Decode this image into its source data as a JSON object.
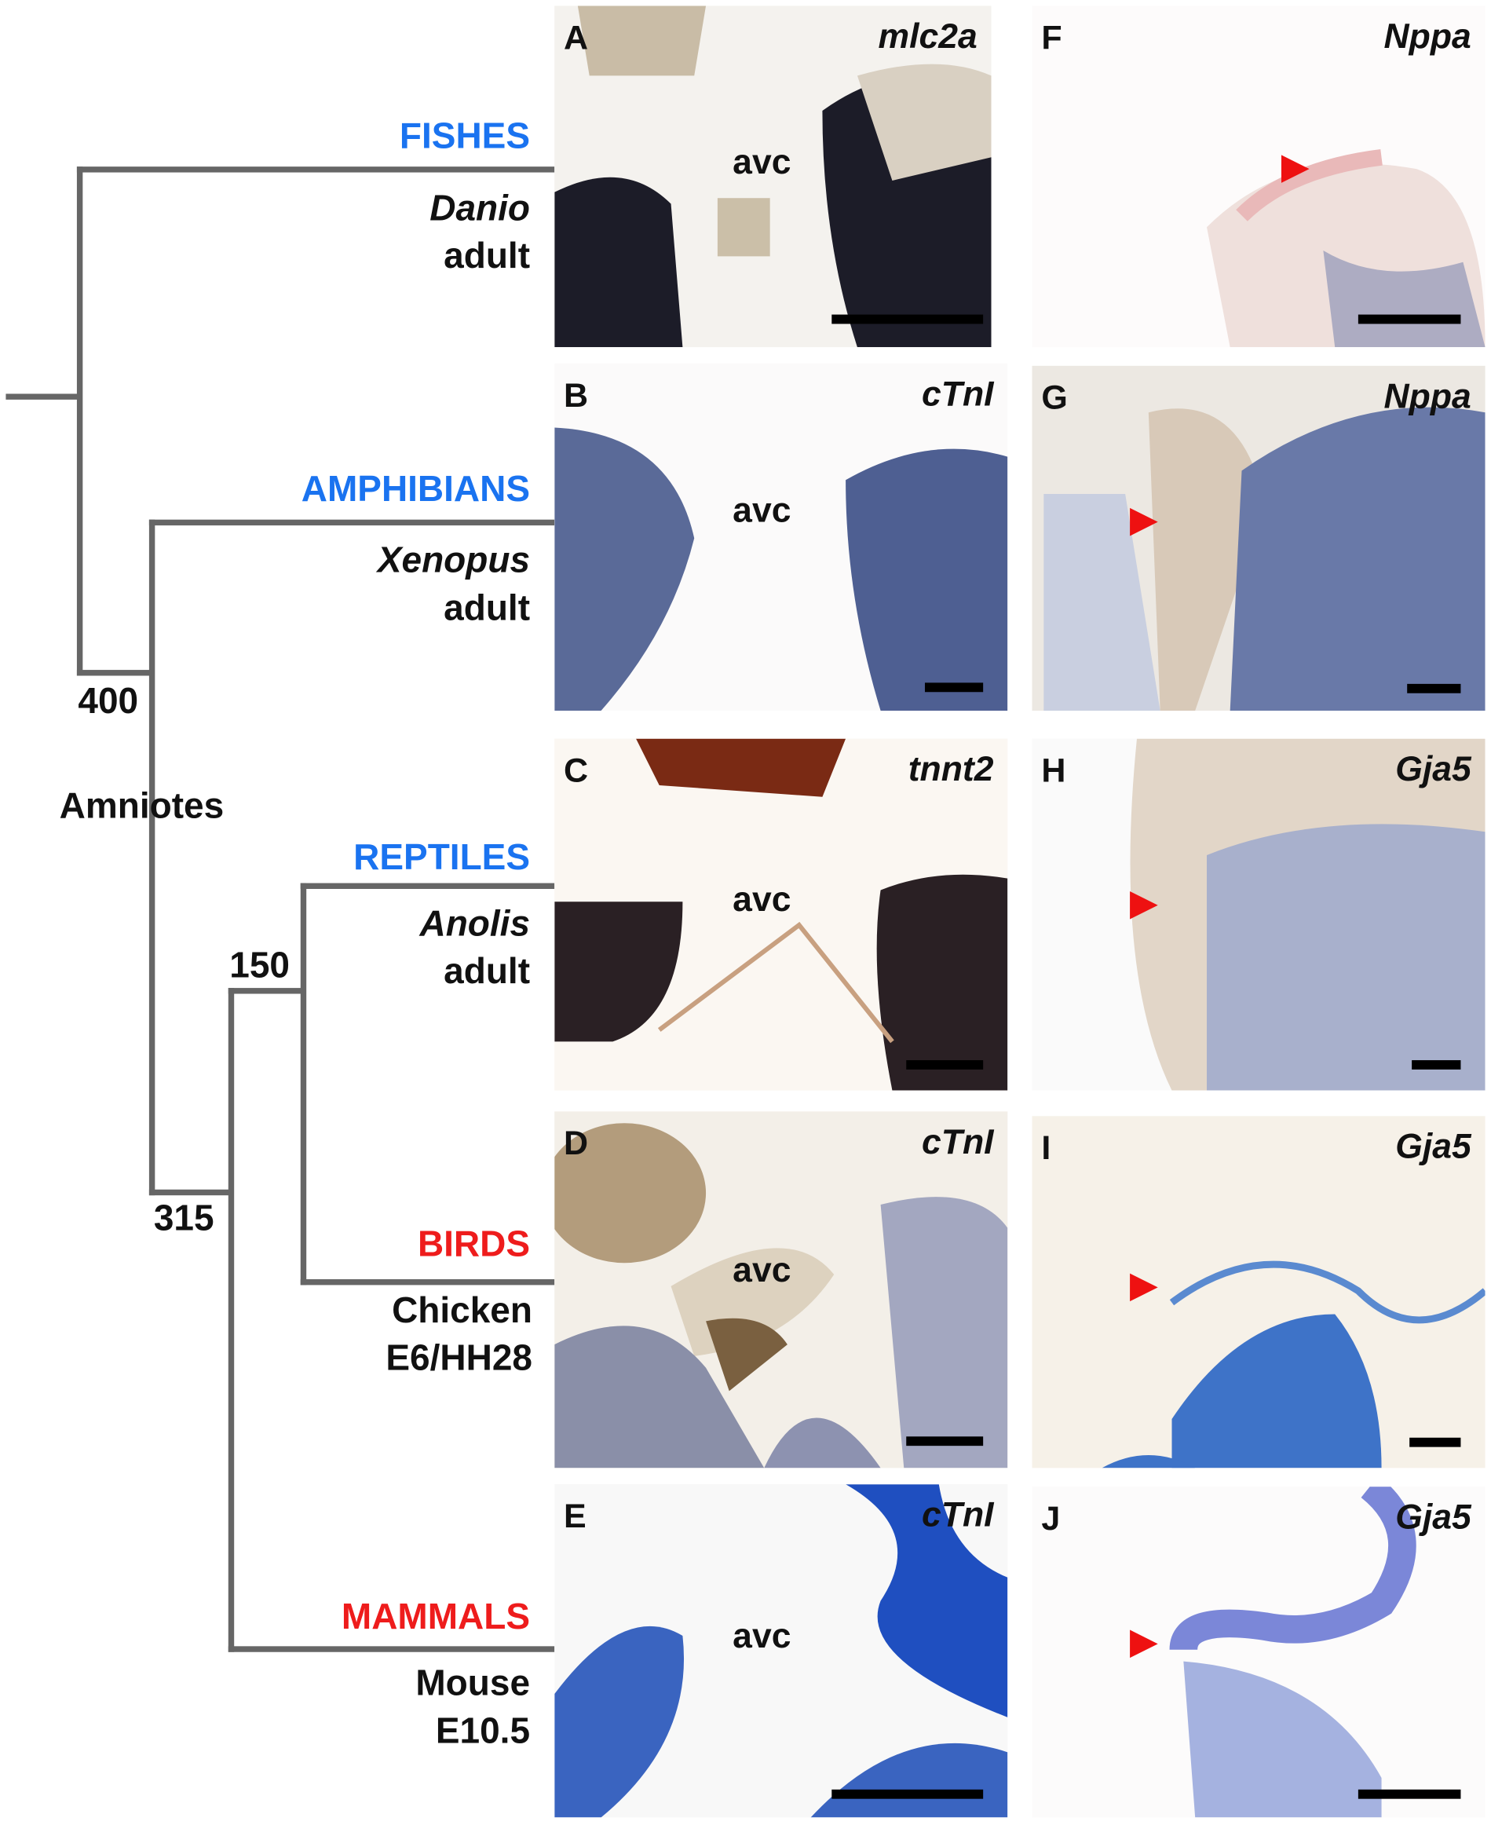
{
  "tree": {
    "clades": [
      {
        "group": "FISHES",
        "species": "Danio",
        "stage": "adult",
        "color": "#1a73f0"
      },
      {
        "group": "AMPHIBIANS",
        "species": "Xenopus",
        "stage": "adult",
        "color": "#1a73f0"
      },
      {
        "group": "REPTILES",
        "species": "Anolis",
        "stage": "adult",
        "color": "#1a73f0"
      },
      {
        "group": "BIRDS",
        "species": "Chicken",
        "stage": "E6/HH28",
        "color": "#ee1c1c"
      },
      {
        "group": "MAMMALS",
        "species": "Mouse",
        "stage": "E10.5",
        "color": "#ee1c1c"
      }
    ],
    "node_ages": {
      "n400": "400",
      "n315": "315",
      "n150": "150"
    },
    "amniotes_label": "Amniotes"
  },
  "panels": {
    "A": {
      "letter": "A",
      "gene": "mlc2a",
      "avc": "avc"
    },
    "B": {
      "letter": "B",
      "gene": "cTnI",
      "avc": "avc"
    },
    "C": {
      "letter": "C",
      "gene": "tnnt2",
      "avc": "avc"
    },
    "D": {
      "letter": "D",
      "gene": "cTnI",
      "avc": "avc"
    },
    "E": {
      "letter": "E",
      "gene": "cTnI",
      "avc": "avc"
    },
    "F": {
      "letter": "F",
      "gene": "Nppa"
    },
    "G": {
      "letter": "G",
      "gene": "Nppa"
    },
    "H": {
      "letter": "H",
      "gene": "Gja5"
    },
    "I": {
      "letter": "I",
      "gene": "Gja5"
    },
    "J": {
      "letter": "J",
      "gene": "Gja5"
    }
  }
}
